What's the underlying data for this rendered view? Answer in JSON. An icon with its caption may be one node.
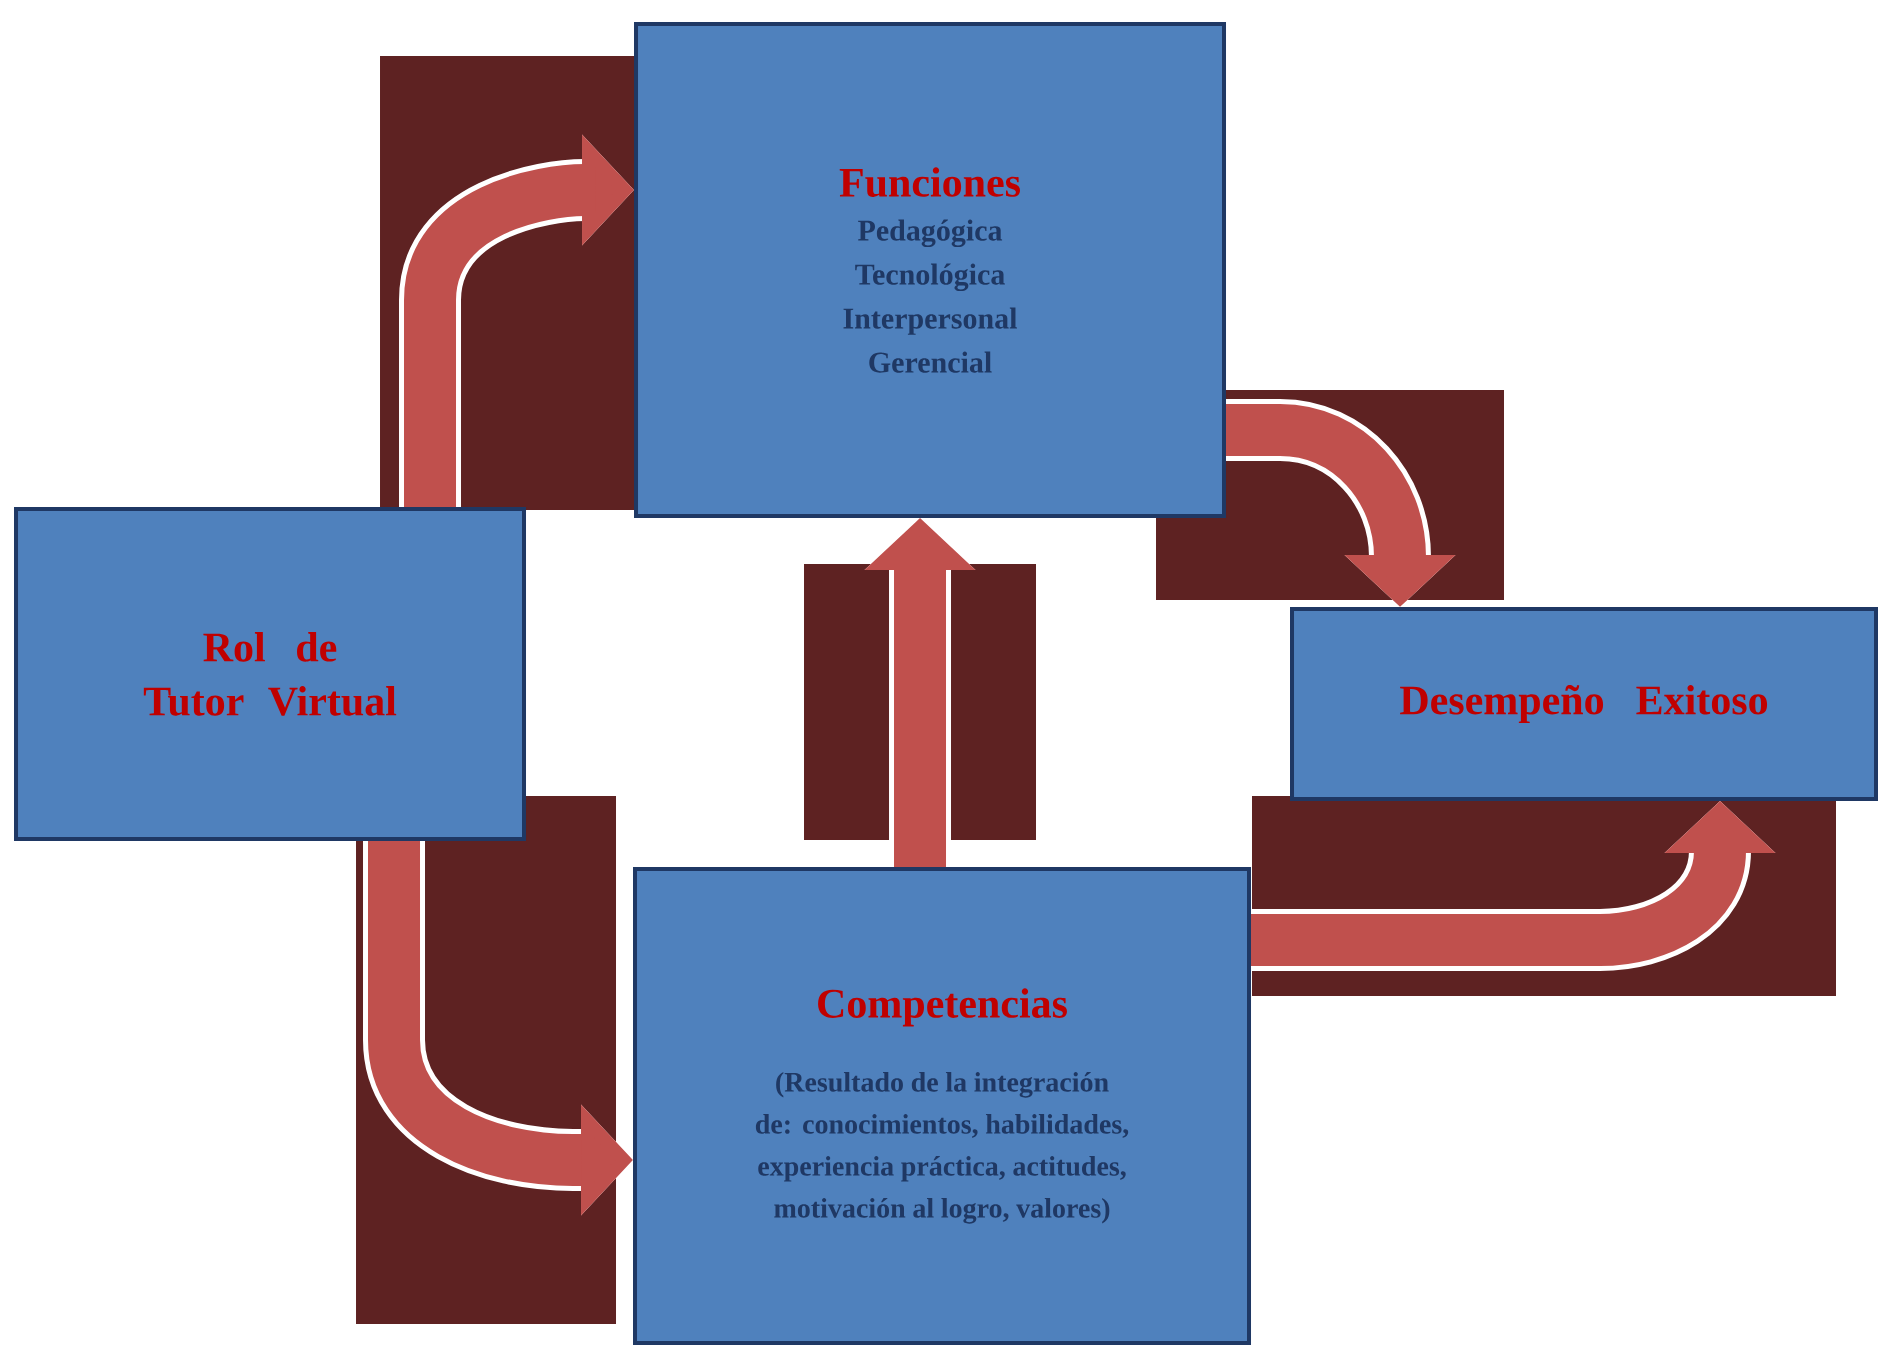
{
  "diagram": {
    "nodes": [
      {
        "text": [
          "Rol de Tutor Virtual"
        ]
      },
      {
        "text": [
          "Funciones",
          "Pedagógica",
          "Tecnológica",
          "Interpersonal",
          "Gerencial"
        ]
      },
      {
        "text": [
          "Competencias",
          "(Resultado de la integración de: conocimientos, habilidades, experiencia práctica, actitudes, motivación al logro, valores)"
        ]
      },
      {
        "text": [
          "Desempeño Exitoso"
        ]
      }
    ],
    "edges": [
      {
        "from": 0,
        "to": 1,
        "arrow": "to"
      },
      {
        "from": 1,
        "to": 3,
        "arrow": "to"
      },
      {
        "from": 0,
        "to": 2,
        "arrow": "to"
      },
      {
        "from": 2,
        "to": 1,
        "arrow": "to"
      },
      {
        "from": 2,
        "to": 3,
        "arrow": "to"
      }
    ]
  }
}
